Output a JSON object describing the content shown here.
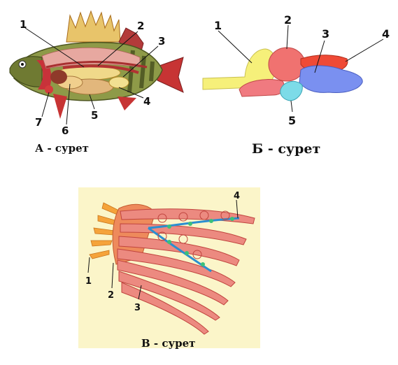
{
  "figures": [
    {
      "id": "A",
      "caption": "А - сурет",
      "labels": [
        "1",
        "2",
        "3",
        "4",
        "5",
        "6",
        "7"
      ]
    },
    {
      "id": "B",
      "caption": "Б - сурет",
      "labels": [
        "1",
        "2",
        "3",
        "4",
        "5"
      ]
    },
    {
      "id": "V",
      "caption": "В - сурет",
      "labels": [
        "1",
        "2",
        "3",
        "4"
      ]
    }
  ]
}
